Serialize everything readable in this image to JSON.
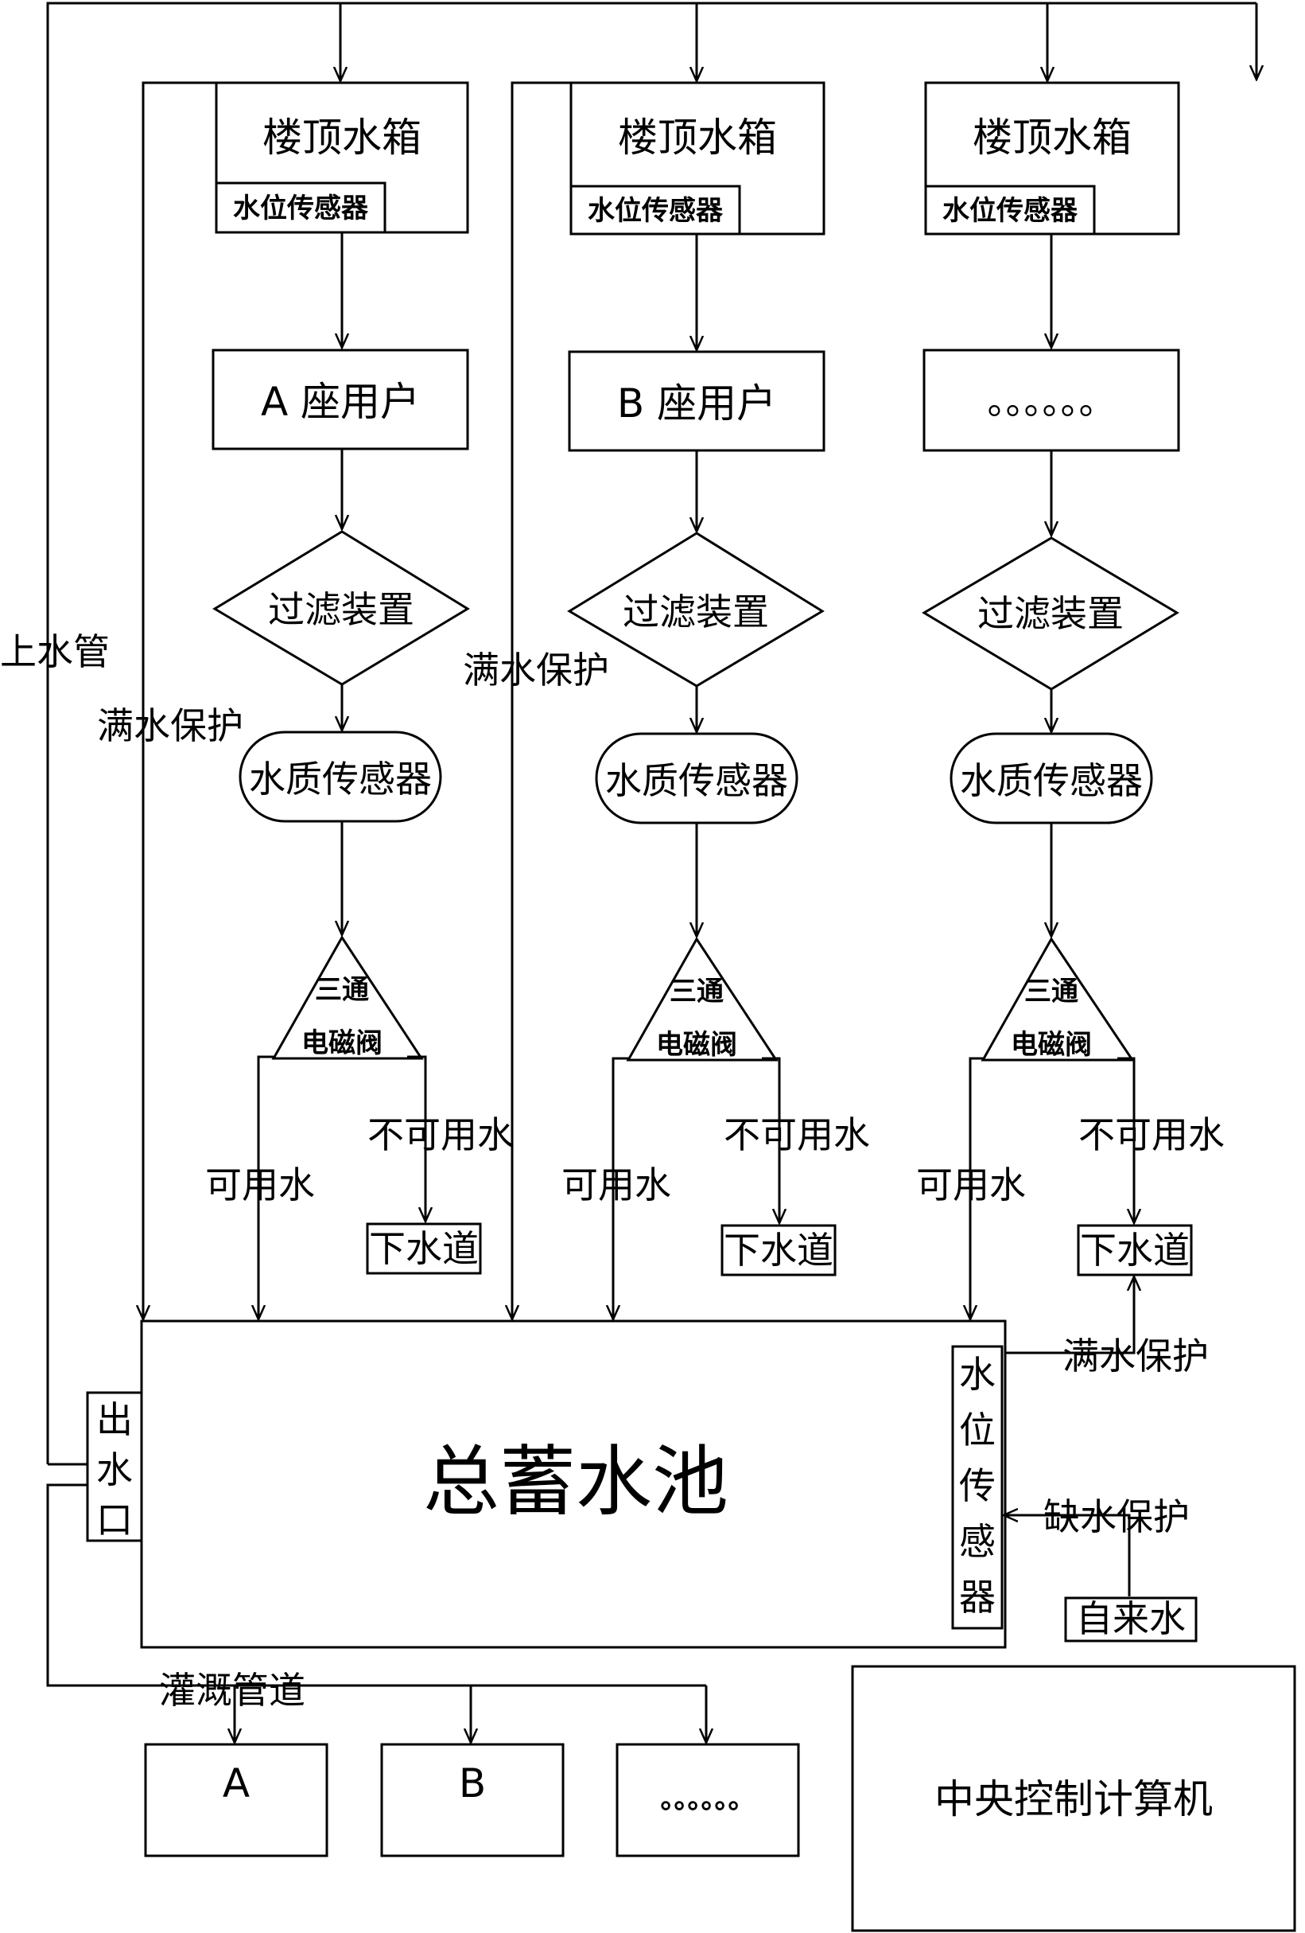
{
  "columns": [
    {
      "tank": "楼顶水箱",
      "tank_sensor": "水位传感器",
      "users": "A 座用户",
      "filter": "过滤装置",
      "quality_sensor": "水质传感器",
      "valve_line1": "三通",
      "valve_line2": "电磁阀",
      "usable": "可用水",
      "unusable": "不可用水",
      "sewer": "下水道"
    },
    {
      "tank": "楼顶水箱",
      "tank_sensor": "水位传感器",
      "users": "B 座用户",
      "filter": "过滤装置",
      "quality_sensor": "水质传感器",
      "valve_line1": "三通",
      "valve_line2": "电磁阀",
      "usable": "可用水",
      "unusable": "不可用水",
      "sewer": "下水道"
    },
    {
      "tank": "楼顶水箱",
      "tank_sensor": "水位传感器",
      "users": "。。。。。。",
      "filter": "过滤装置",
      "quality_sensor": "水质传感器",
      "valve_line1": "三通",
      "valve_line2": "电磁阀",
      "usable": "可用水",
      "unusable": "不可用水",
      "sewer": "下水道"
    }
  ],
  "labels": {
    "supply_pipe": "上水管",
    "overflow_1": "满水保护",
    "overflow_2": "满水保护",
    "overflow_3": "满水保护",
    "low_water": "缺水保护",
    "irrigation_pipe": "灌溉管道"
  },
  "reservoir": {
    "name": "总蓄水池",
    "outlet": [
      "出",
      "水",
      "口"
    ],
    "level_sensor": [
      "水",
      "位",
      "传",
      "感",
      "器"
    ],
    "tap_water": "自来水"
  },
  "irrigation_zones": [
    "A",
    "B",
    "。。。。。。"
  ],
  "central_computer": "中央控制计算机"
}
